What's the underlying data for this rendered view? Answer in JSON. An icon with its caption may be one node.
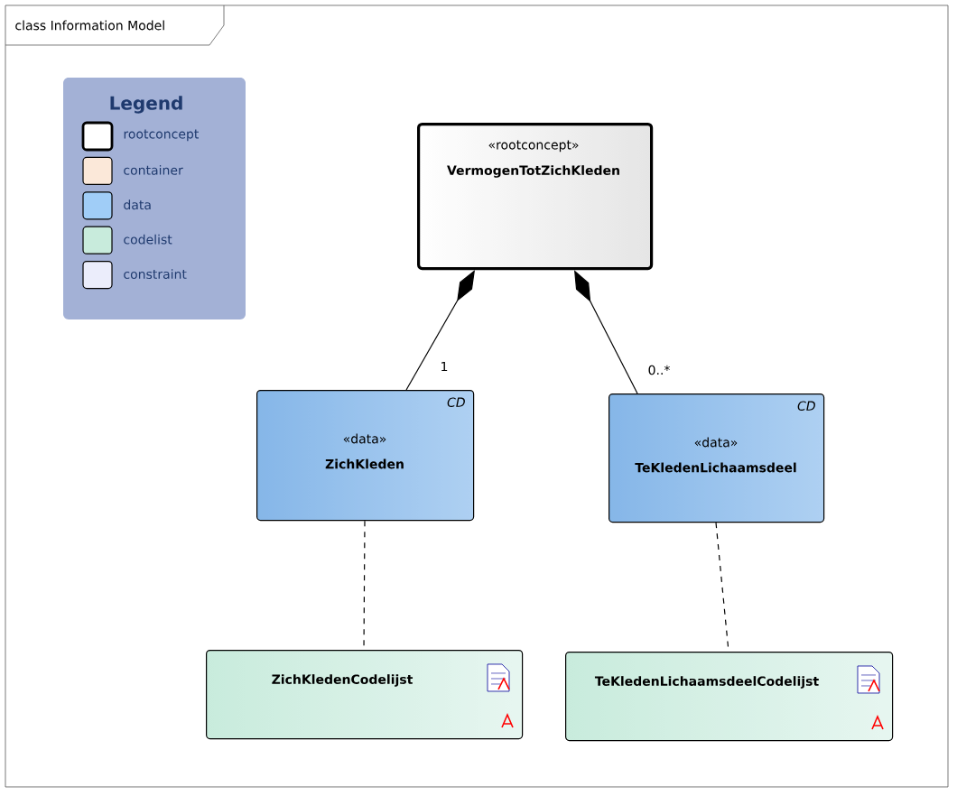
{
  "diagram": {
    "title": "class Information Model",
    "nodes": [
      {
        "text": [
          "«rootconcept»",
          "VermogenTotZichKleden"
        ]
      },
      {
        "text": [
          "CD",
          "«data»",
          "ZichKleden"
        ]
      },
      {
        "text": [
          "CD",
          "«data»",
          "TeKledenLichaamsdeel"
        ]
      },
      {
        "text": [
          "ZichKledenCodelijst"
        ]
      },
      {
        "text": [
          "TeKledenLichaamsdeelCodelijst"
        ]
      }
    ],
    "edges": [
      {
        "from": 1,
        "to": 0,
        "arrow": "other",
        "label": "1"
      },
      {
        "from": 2,
        "to": 0,
        "arrow": "other",
        "label": "0..*"
      },
      {
        "from": 1,
        "to": 3,
        "arrow": "none",
        "style": "dashed"
      },
      {
        "from": 2,
        "to": 4,
        "arrow": "none",
        "style": "dashed"
      }
    ],
    "legend": [
      {
        "text": "Legend"
      },
      {
        "text": "rootconcept",
        "color": "#ffffff"
      },
      {
        "text": "container",
        "color": "#fbe8d9"
      },
      {
        "text": "data",
        "color": "#a0cdf7"
      },
      {
        "text": "codelist",
        "color": "#c8ebdc"
      },
      {
        "text": "constraint",
        "color": "#ebedfb"
      }
    ]
  }
}
